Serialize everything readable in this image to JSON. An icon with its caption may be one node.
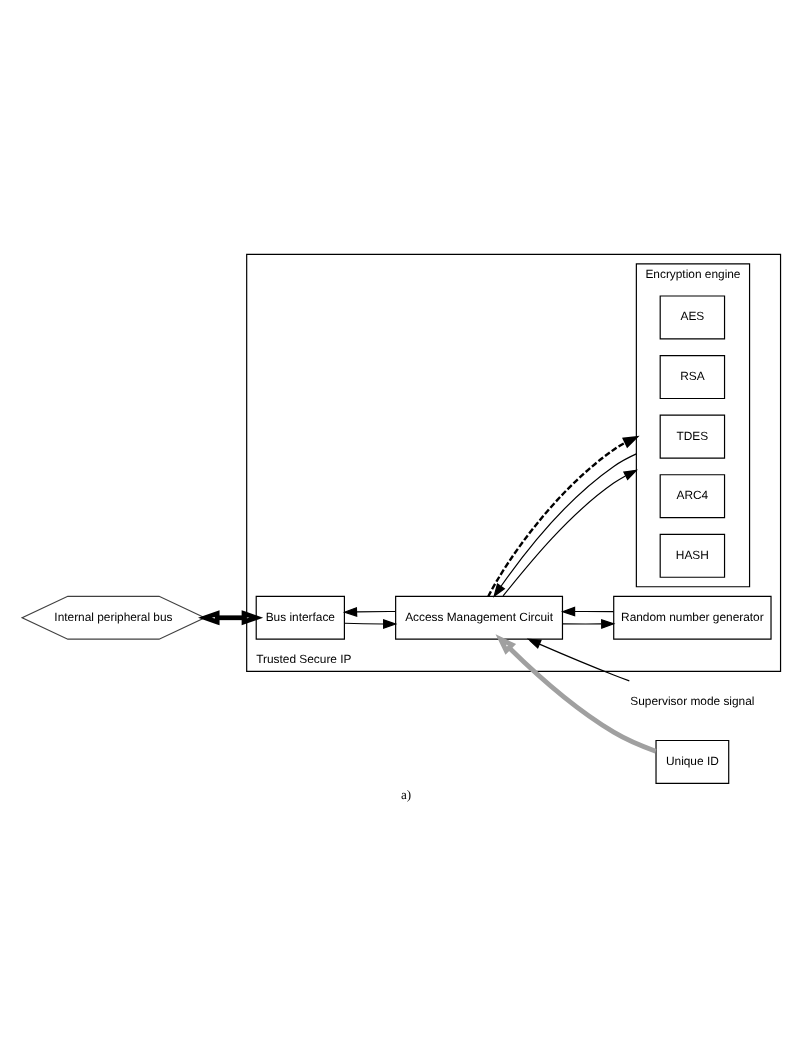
{
  "diagram": {
    "caption": "a)",
    "nodes": [
      {
        "text": [
          "Trusted Secure IP"
        ]
      },
      {
        "text": [
          "Internal peripheral bus"
        ]
      },
      {
        "text": [
          "Bus interface"
        ],
        "in": 0
      },
      {
        "text": [
          "Access Management Circuit"
        ],
        "in": 0
      },
      {
        "text": [
          "Random number generator"
        ],
        "in": 0
      },
      {
        "text": [
          "Encryption engine"
        ],
        "in": 0
      },
      {
        "text": [
          "AES"
        ],
        "in": 5
      },
      {
        "text": [
          "RSA"
        ],
        "in": 5
      },
      {
        "text": [
          "TDES"
        ],
        "in": 5
      },
      {
        "text": [
          "ARC4"
        ],
        "in": 5
      },
      {
        "text": [
          "HASH"
        ],
        "in": 5
      },
      {
        "text": [
          "Supervisor mode signal"
        ]
      },
      {
        "text": [
          "Unique ID"
        ]
      }
    ],
    "edges": [
      {
        "from": 1,
        "to": 2,
        "arrow": "both",
        "style": "thick"
      },
      {
        "from": 2,
        "to": 3,
        "arrow": "to"
      },
      {
        "from": 3,
        "to": 2,
        "arrow": "to"
      },
      {
        "from": 3,
        "to": 4,
        "arrow": "to"
      },
      {
        "from": 4,
        "to": 3,
        "arrow": "to"
      },
      {
        "from": 3,
        "to": 5,
        "arrow": "to"
      },
      {
        "from": 5,
        "to": 3,
        "arrow": "to"
      },
      {
        "from": 11,
        "to": 3,
        "arrow": "to"
      },
      {
        "from": 12,
        "to": 3,
        "arrow": "to",
        "style": "thick",
        "color": "#a0a0a0"
      },
      {
        "from": 3,
        "to": 5,
        "arrow": "to",
        "style": "dashed"
      }
    ]
  }
}
